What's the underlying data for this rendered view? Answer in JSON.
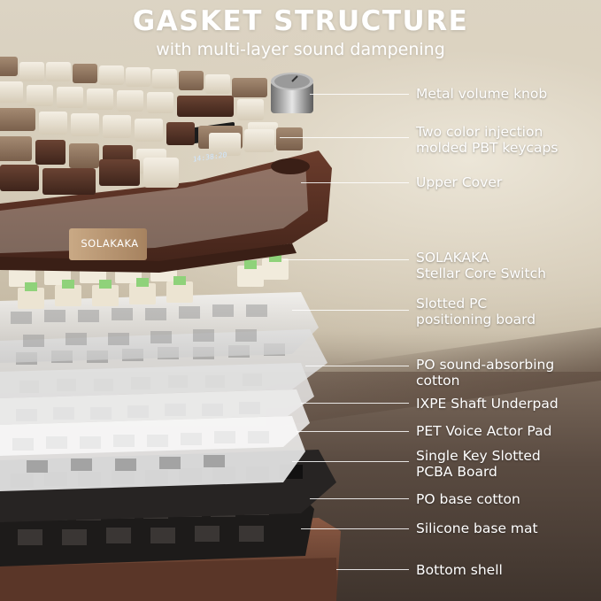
{
  "header": {
    "title": "GASKET STRUCTURE",
    "subtitle": "with multi-layer sound dampening"
  },
  "brand_plate": "SOLAKAKA",
  "screen_readout": "14:38:20",
  "colors": {
    "keycap_cream": "#ece5d6",
    "keycap_brown_dark": "#4e2f25",
    "keycap_brown_mid": "#8a6a55",
    "upper_cover": "#5b3326",
    "bottom_shell": "#7a4d3a",
    "switch_stem_green": "#8fd27a",
    "label_text": "#ffffff"
  },
  "layers": [
    {
      "line1": "Metal volume knob",
      "line2": ""
    },
    {
      "line1": "Two color injection",
      "line2": "molded PBT keycaps"
    },
    {
      "line1": "Upper Cover",
      "line2": ""
    },
    {
      "line1": "SOLAKAKA",
      "line2": "Stellar Core Switch"
    },
    {
      "line1": "Slotted PC",
      "line2": "positioning board"
    },
    {
      "line1": "PO sound-absorbing",
      "line2": "cotton"
    },
    {
      "line1": "IXPE Shaft Underpad",
      "line2": ""
    },
    {
      "line1": "PET Voice Actor Pad",
      "line2": ""
    },
    {
      "line1": "Single Key Slotted",
      "line2": "PCBA Board"
    },
    {
      "line1": "PO base cotton",
      "line2": ""
    },
    {
      "line1": "Silicone base mat",
      "line2": ""
    },
    {
      "line1": "Bottom shell",
      "line2": ""
    }
  ]
}
